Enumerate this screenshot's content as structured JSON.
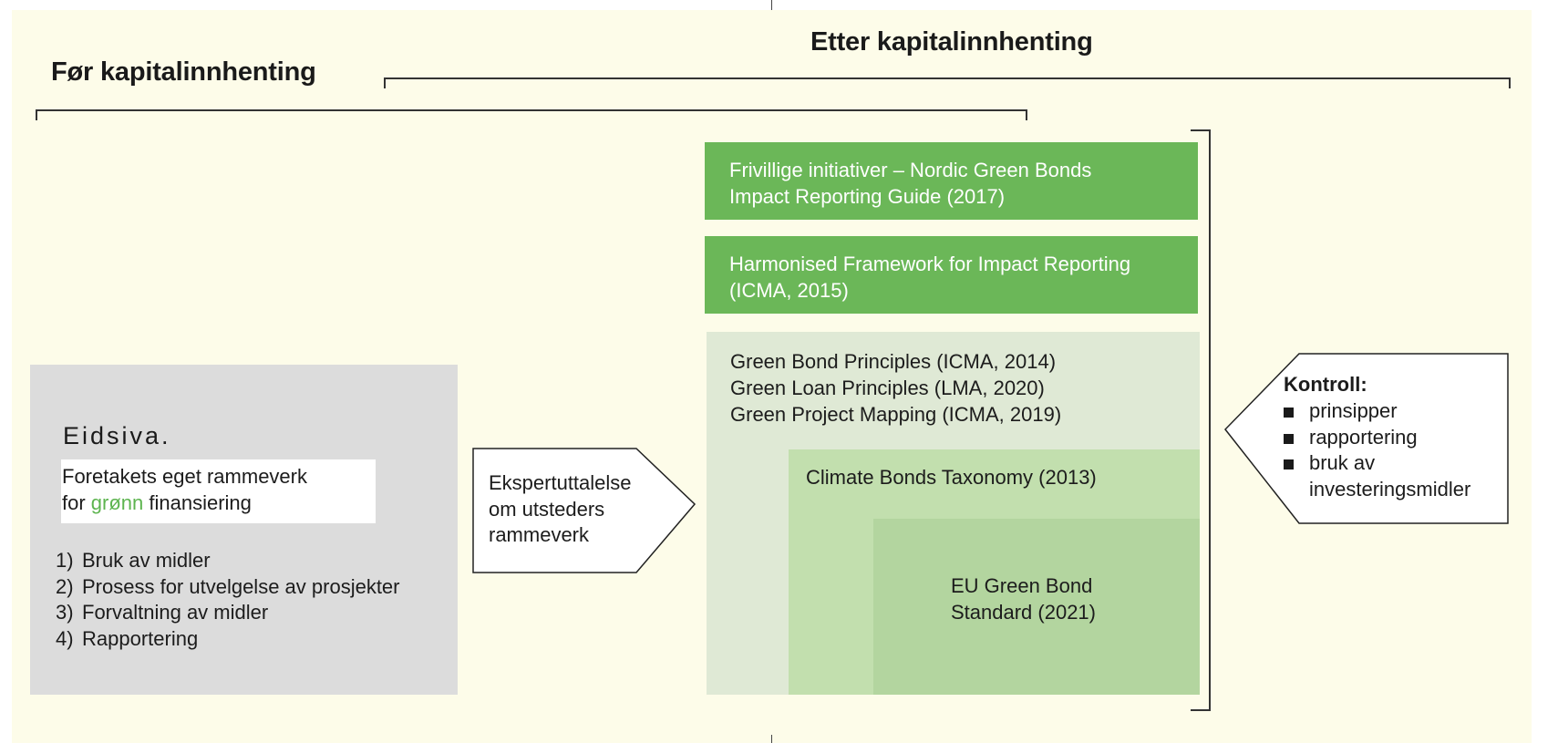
{
  "headings": {
    "before": "Før kapitalinnhenting",
    "after": "Etter kapitalinnhenting"
  },
  "company": {
    "logo": "Eidsiva.",
    "framework_line1": "Foretakets eget rammeverk",
    "framework_line2_prefix": "for ",
    "framework_line2_green": "grønn",
    "framework_line2_suffix": " finansiering",
    "steps": [
      {
        "num": "1)",
        "label": "Bruk av midler"
      },
      {
        "num": "2)",
        "label": "Prosess for utvelgelse av prosjekter"
      },
      {
        "num": "3)",
        "label": "Forvaltning av midler"
      },
      {
        "num": "4)",
        "label": "Rapportering"
      }
    ]
  },
  "expert": {
    "lines": [
      "Ekspertuttalelse",
      "om utsteders",
      "rammeverk"
    ]
  },
  "standards": {
    "nordic": [
      "Frivillige initiativer – Nordic Green Bonds",
      "Impact Reporting Guide (2017)"
    ],
    "harmonised": [
      "Harmonised Framework for Impact Reporting",
      "(ICMA, 2015)"
    ],
    "principles": [
      "Green Bond Principles (ICMA, 2014)",
      "Green Loan Principles (LMA, 2020)",
      "Green Project Mapping (ICMA, 2019)"
    ],
    "climate": "Climate Bonds Taxonomy (2013)",
    "eu": [
      "EU Green Bond",
      "Standard (2021)"
    ]
  },
  "control": {
    "title": "Kontroll:",
    "items": [
      [
        "prinsipper"
      ],
      [
        "rapportering"
      ],
      [
        "bruk av",
        "investeringsmidler"
      ]
    ]
  },
  "colors": {
    "panel": "#fdfce9",
    "company_box": "#dcdcdc",
    "green_dark": "#6bb758",
    "green_light": "#dfe9d5",
    "green_mid": "#c2dfae",
    "green_inner": "#b3d59f",
    "accent_word": "#5db44f"
  }
}
